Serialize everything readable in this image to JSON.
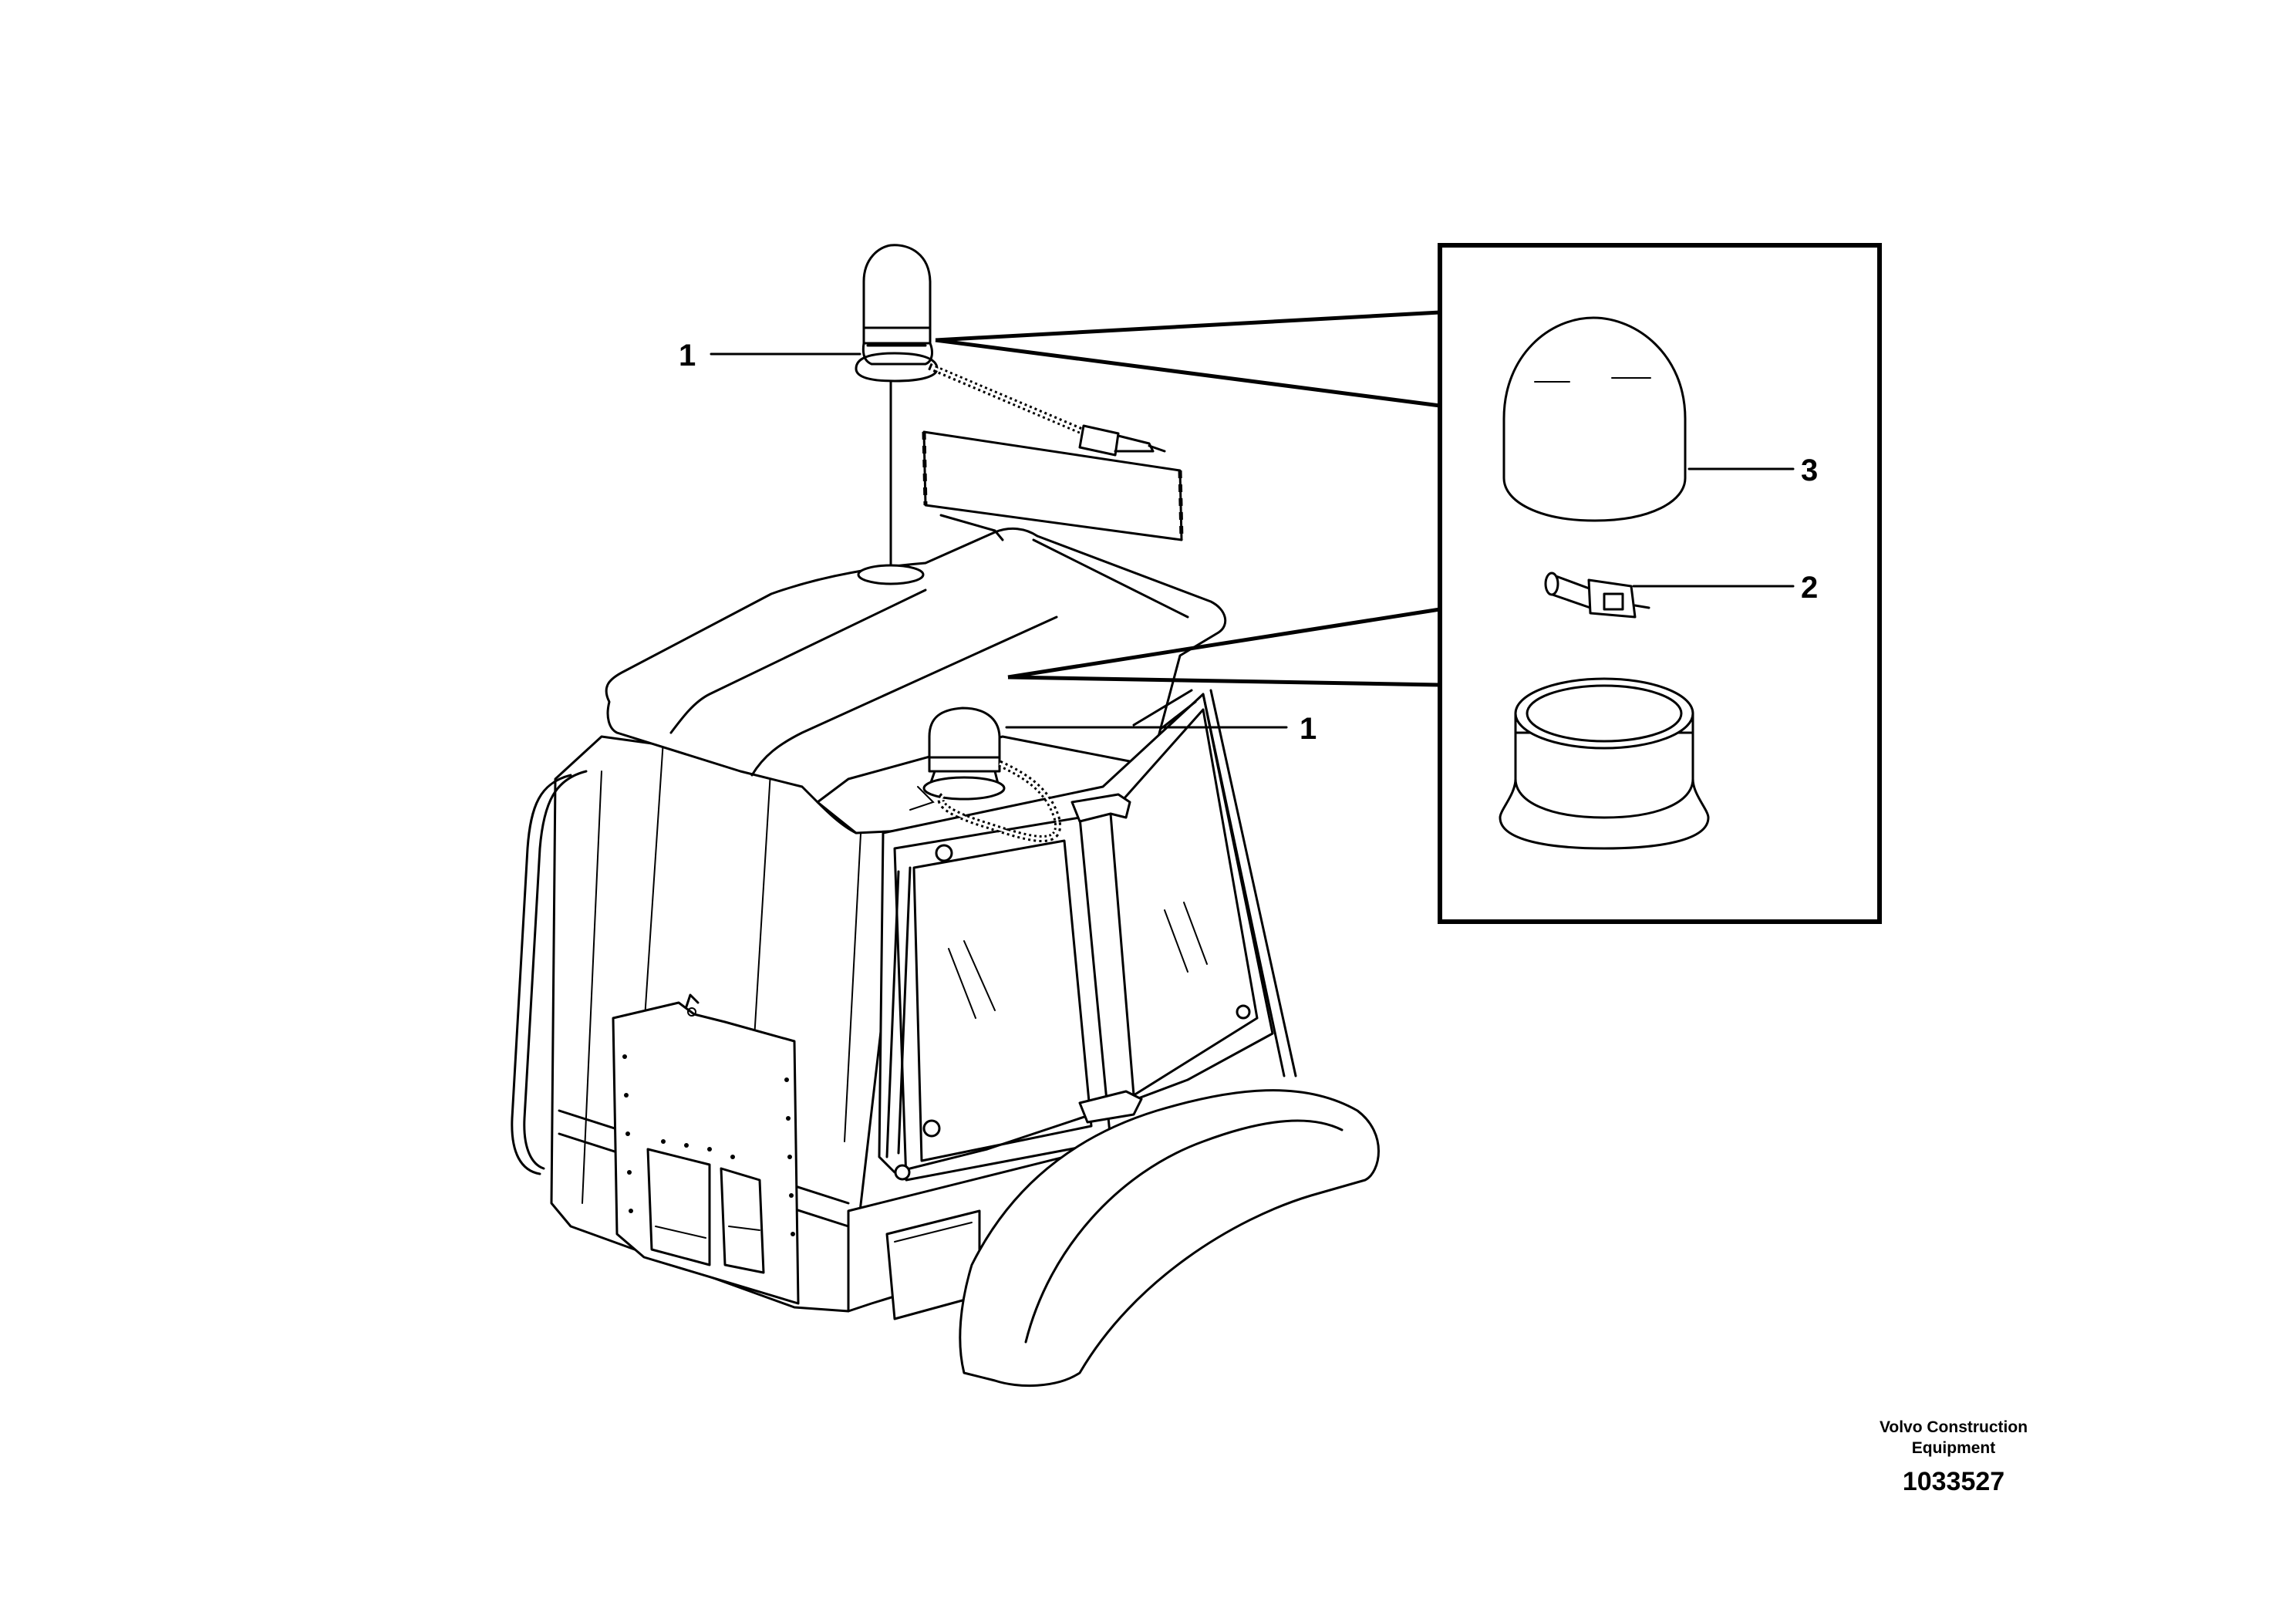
{
  "diagram": {
    "callouts": {
      "beacon_top": "1",
      "beacon_front": "1",
      "bulb": "2",
      "dome": "3"
    },
    "publisher_line1": "Volvo Construction",
    "publisher_line2": "Equipment",
    "illustration_number": "1033527",
    "parts": [
      {
        "ref": "1",
        "name": "rotating-beacon"
      },
      {
        "ref": "2",
        "name": "bulb"
      },
      {
        "ref": "3",
        "name": "beacon-dome"
      }
    ]
  }
}
